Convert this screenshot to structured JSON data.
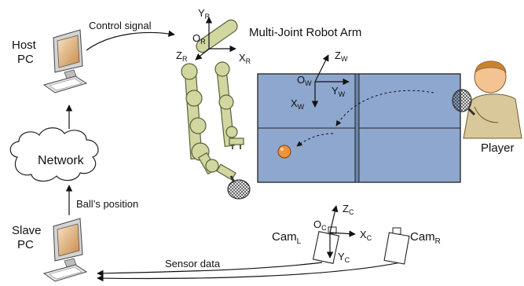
{
  "host_pc": {
    "line1": "Host",
    "line2": "PC"
  },
  "slave_pc": {
    "line1": "Slave",
    "line2": "PC"
  },
  "network": {
    "label": "Network"
  },
  "control_signal": {
    "label": "Control signal"
  },
  "ball_position": {
    "label": "Ball’s position"
  },
  "sensor_data": {
    "label": "Sensor data"
  },
  "robot_arm": {
    "title": "Multi-Joint Robot Arm",
    "axis_y": "Y",
    "axis_y_sub": "R",
    "origin": "O",
    "origin_sub": "R",
    "axis_z": "Z",
    "axis_z_sub": "R",
    "axis_x": "X",
    "axis_x_sub": "R"
  },
  "world_frame": {
    "axis_z": "Z",
    "axis_z_sub": "W",
    "origin": "O",
    "origin_sub": "W",
    "axis_y": "Y",
    "axis_y_sub": "W",
    "axis_x": "X",
    "axis_x_sub": "W"
  },
  "camera_frame": {
    "axis_z": "Z",
    "axis_z_sub": "C",
    "origin": "O",
    "origin_sub": "C",
    "axis_x": "X",
    "axis_x_sub": "C",
    "axis_y": "Y",
    "axis_y_sub": "C"
  },
  "cam_left": {
    "label": "Cam",
    "sub": "L"
  },
  "cam_right": {
    "label": "Cam",
    "sub": "R"
  },
  "player": {
    "label": "Player"
  },
  "colors": {
    "table": "#8EA7CE",
    "robot_joint": "#D2D7A0",
    "robot_outline": "#5A5F3A",
    "ball": "#F0923A",
    "player_skin": "#F3C393",
    "player_shirt": "#D9C99A"
  }
}
